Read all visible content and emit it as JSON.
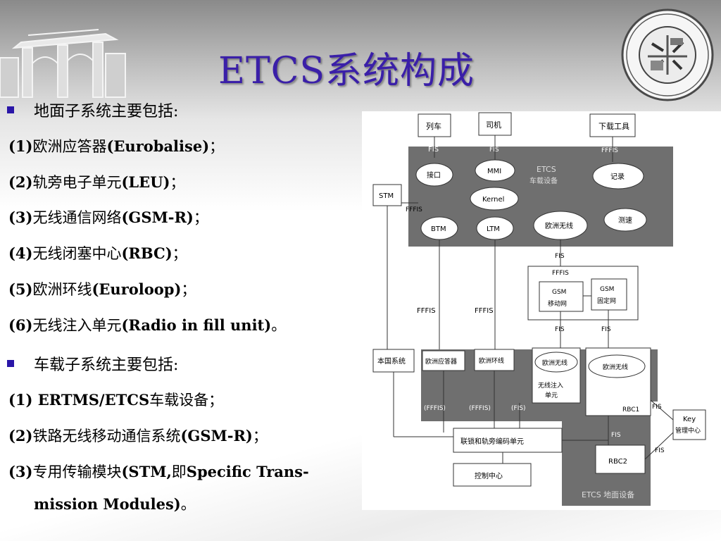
{
  "slide": {
    "title": "ETCS系统构成",
    "ground_heading": "地面子系统主要包括:",
    "ground_items": [
      {
        "num": "(1)",
        "text": "欧洲应答器",
        "bold": "(Eurobalise)",
        "end": "；"
      },
      {
        "num": "(2)",
        "text": "轨旁电子单元",
        "bold": "(LEU)",
        "end": "；"
      },
      {
        "num": "(3)",
        "text": "无线通信网络",
        "bold": "(GSM-R)",
        "end": "；"
      },
      {
        "num": "(4)",
        "text": "无线闭塞中心",
        "bold": "(RBC)",
        "end": "；"
      },
      {
        "num": "(5)",
        "text": "欧洲环线",
        "bold": "(Euroloop)",
        "end": "；"
      },
      {
        "num": "(6)",
        "text": "无线注入单元",
        "bold": "(Radio in fill unit)",
        "end": "。"
      }
    ],
    "onboard_heading": "车载子系统主要包括:",
    "onboard_items": [
      {
        "num": "(1) ",
        "bold_pre": "ERTMS/ETCS",
        "text": "车载设备",
        "end": "；"
      },
      {
        "num": "(2)",
        "text": "铁路无线移动通信系统",
        "bold": "(GSM-R)",
        "end": "；"
      },
      {
        "num": "(3)",
        "text": "专用传输模块",
        "bold": "(STM,",
        "text2": "即",
        "bold2": "Specific Trans-",
        "end": ""
      }
    ],
    "onboard_item3_cont": "mission Modules)",
    "onboard_item3_end": "。"
  },
  "diagram": {
    "onboard_equip_label": "ETCS",
    "onboard_equip_sub": "车载设备",
    "top_boxes": {
      "train": "列车",
      "cab": "司机",
      "download": "下载工具"
    },
    "top_fis": {
      "train": "FIS",
      "cab": "FIS",
      "download": "FFFIS"
    },
    "ovals": {
      "interface": "接口",
      "mmi": "MMI",
      "kernel": "Kernel",
      "recorder": "记录",
      "btm": "BTM",
      "ltm": "LTM",
      "euroradio": "欧洲无线",
      "odometry": "测速"
    },
    "stm": "STM",
    "stm_fffis": "FFFIS",
    "fis_mid": "FIS",
    "fffis_gsm": "FFFIS",
    "gsm_mobile": [
      "GSM",
      "移动网"
    ],
    "gsm_fixed": [
      "GSM",
      "固定网"
    ],
    "fffis_left": "FFFIS",
    "fffis_mid": "FFFIS",
    "fis_gsm_mobile": "FIS",
    "fis_gsm_fixed": "FIS",
    "national_system": "本国系统",
    "eurobalise": "欧洲应答器",
    "euroloop": "欧洲环线",
    "euroradio_ground": "欧洲无线",
    "radio_infill": [
      "无线注入",
      "单元"
    ],
    "euroradio_rbc": "欧洲无线",
    "rbc1": "RBC1",
    "rbc2": "RBC2",
    "paren_fffis_1": "(FFFIS)",
    "paren_fffis_2": "(FFFIS)",
    "paren_fis": "(FIS)",
    "interlocking": "联锁和轨旁编码单元",
    "control_center": "控制中心",
    "key_mgmt": [
      "Key",
      "管理中心"
    ],
    "fis_rbc1_key": "FIS",
    "fis_rbc1_rbc2": "FIS",
    "fis_rbc2_key": "FIS",
    "ground_equip_label": "ETCS 地面设备"
  }
}
